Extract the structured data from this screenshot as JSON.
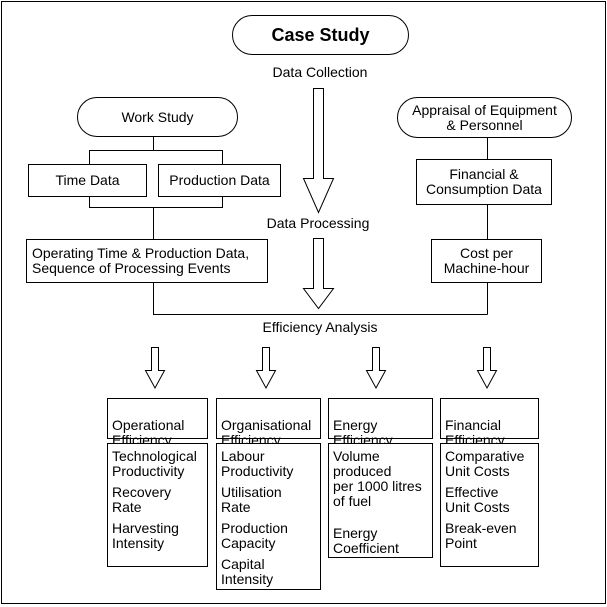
{
  "title": "Case Study",
  "stages": {
    "collection": "Data Collection",
    "processing": "Data Processing",
    "analysis": "Efficiency Analysis"
  },
  "left_branch": {
    "source": "Work Study",
    "data_a": "Time Data",
    "data_b": "Production Data",
    "processed": "Operating Time & Production Data,\nSequence of Processing Events"
  },
  "right_branch": {
    "source": "Appraisal of Equipment\n& Personnel",
    "data": "Financial &\nConsumption Data",
    "processed": "Cost per\nMachine-hour"
  },
  "efficiencies": [
    {
      "name": "Operational\nEfficiency",
      "indicators": [
        "Technological\nProductivity",
        "Recovery\nRate",
        "Harvesting\nIntensity"
      ]
    },
    {
      "name": "Organisational\nEfficiency",
      "indicators": [
        "Labour\nProductivity",
        "Utilisation\nRate",
        "Production\nCapacity",
        "Capital\nIntensity"
      ]
    },
    {
      "name": "Energy\nEfficiency",
      "indicators": [
        "Volume\nproduced\nper 1000 litres\nof fuel",
        "Energy\nCoefficient"
      ]
    },
    {
      "name": "Financial\nEfficiency",
      "indicators": [
        "Comparative\nUnit Costs",
        "Effective\nUnit Costs",
        "Break-even\nPoint"
      ]
    }
  ]
}
